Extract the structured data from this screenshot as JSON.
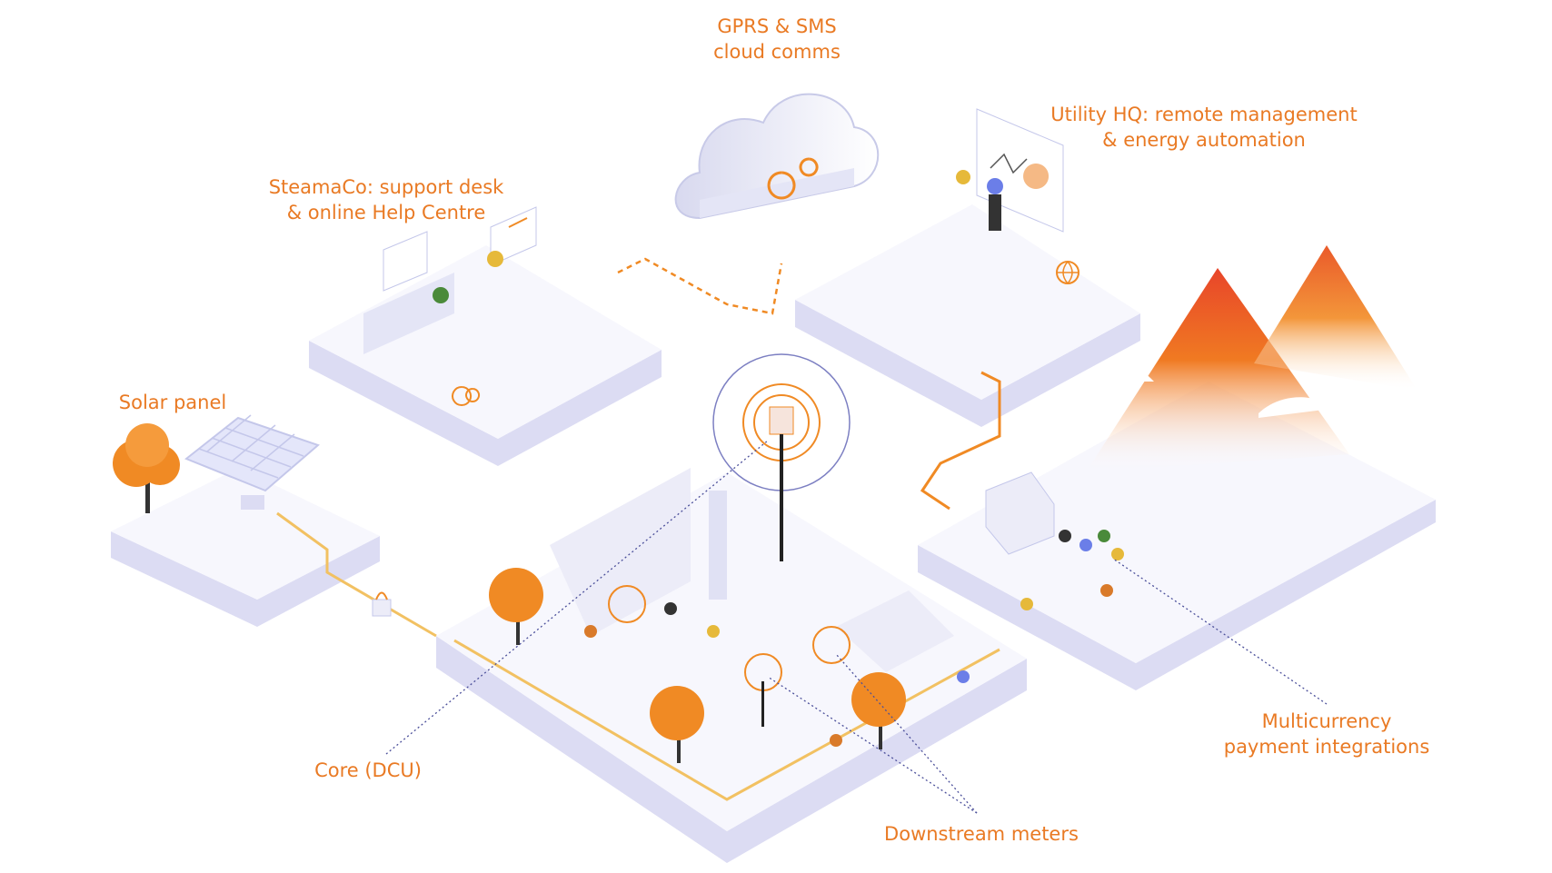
{
  "labels": {
    "cloud": {
      "line1": "GPRS & SMS",
      "line2": "cloud comms"
    },
    "utility_hq": {
      "line1": "Utility HQ: remote management",
      "line2": "& energy automation"
    },
    "steamaco": {
      "line1": "SteamaCo: support desk",
      "line2": "& online Help Centre"
    },
    "solar": {
      "line1": "Solar panel"
    },
    "core": {
      "line1": "Core (DCU)"
    },
    "meters": {
      "line1": "Downstream meters"
    },
    "payments": {
      "line1": "Multicurrency",
      "line2": "payment integrations"
    }
  },
  "colors": {
    "accent": "#e97a24",
    "tile_top": "#f7f7fd",
    "tile_side": "#dcdcf3",
    "line_orange": "#e97a24",
    "line_yellow": "#f2c162",
    "leader": "#4b4f9a"
  },
  "icons": [
    "cloud-icon",
    "tree-icon",
    "solar-panel-icon",
    "signal-tower-icon",
    "mountain-icon",
    "globe-icon",
    "lock-icon",
    "person-icon"
  ]
}
